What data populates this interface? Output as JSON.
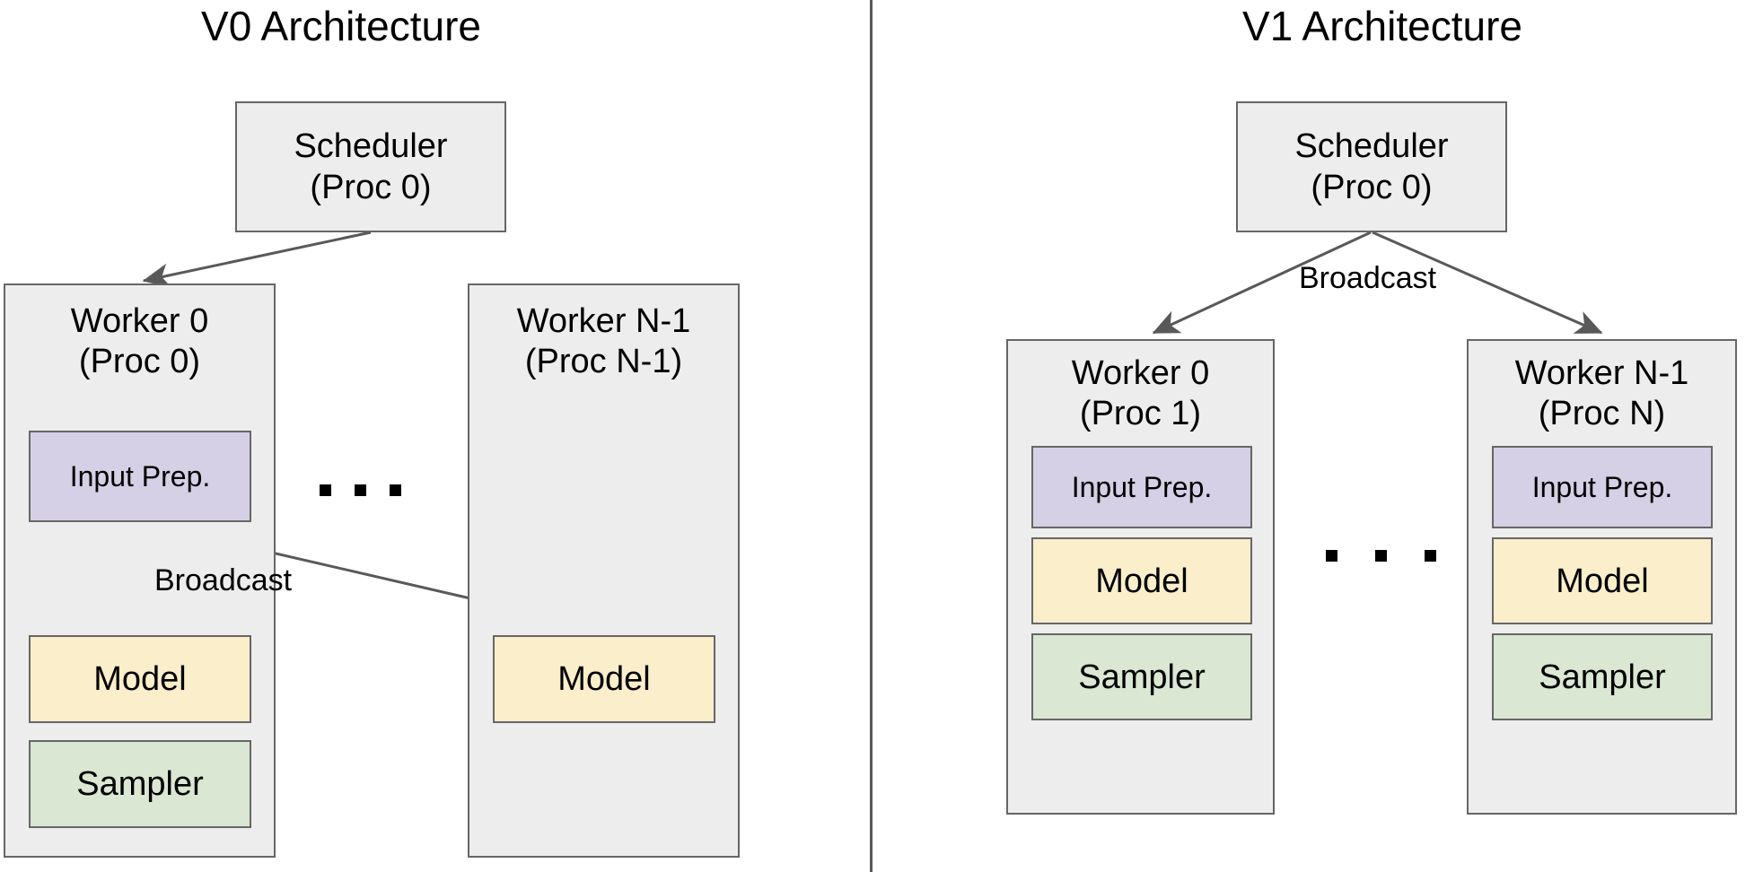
{
  "diagram": {
    "background": "#ffffff",
    "panels": [
      {
        "id": "v0",
        "title": "V0 Architecture",
        "scheduler": {
          "line1": "Scheduler",
          "line2": "(Proc 0)"
        },
        "workers": [
          {
            "id": "worker-0",
            "line1": "Worker 0",
            "line2": "(Proc 0)",
            "components": [
              "Input Prep.",
              "Model",
              "Sampler"
            ]
          },
          {
            "id": "worker-n-1",
            "line1": "Worker N-1",
            "line2": "(Proc N-1)",
            "components": [
              "Model"
            ]
          }
        ],
        "edge_labels": [
          "Broadcast"
        ],
        "ellipsis": "..."
      },
      {
        "id": "v1",
        "title": "V1 Architecture",
        "scheduler": {
          "line1": "Scheduler",
          "line2": "(Proc 0)"
        },
        "workers": [
          {
            "id": "worker-0",
            "line1": "Worker 0",
            "line2": "(Proc 1)",
            "components": [
              "Input Prep.",
              "Model",
              "Sampler"
            ]
          },
          {
            "id": "worker-n-1",
            "line1": "Worker N-1",
            "line2": "(Proc N)",
            "components": [
              "Input Prep.",
              "Model",
              "Sampler"
            ]
          }
        ],
        "edge_labels": [
          "Broadcast"
        ],
        "ellipsis": "..."
      }
    ],
    "colors": {
      "container_fill": "#ededed",
      "input_prep_fill": "#d5d0e5",
      "model_fill": "#fbeecb",
      "sampler_fill": "#d9e7d3",
      "stroke": "#666666",
      "arrow": "#595959",
      "divider": "#595959",
      "text": "#000000"
    }
  }
}
